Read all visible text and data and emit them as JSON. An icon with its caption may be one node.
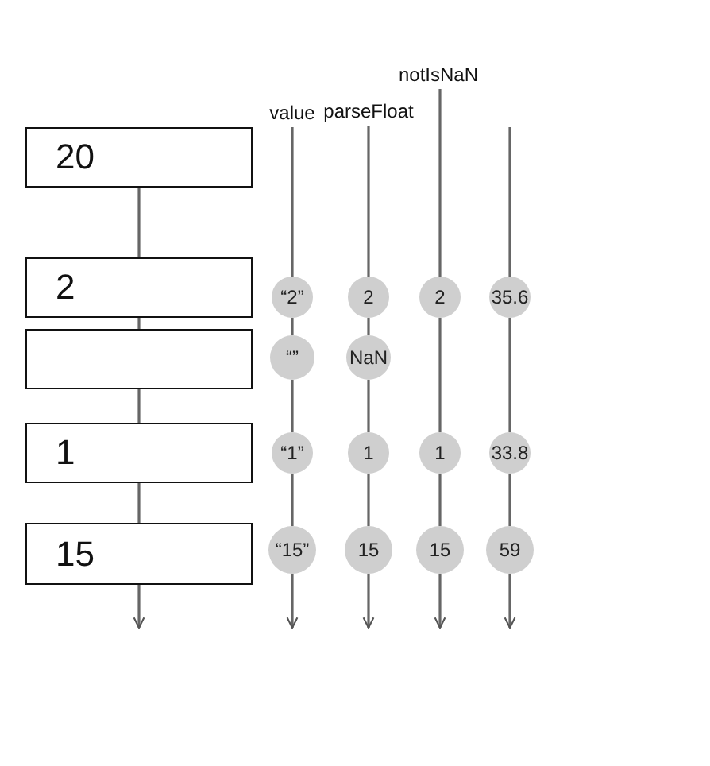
{
  "diagram": {
    "nodes": [
      {
        "text": [
          "20"
        ]
      },
      {
        "text": [
          "2"
        ]
      },
      {
        "text": [],
        "shape": "box"
      },
      {
        "text": [
          "1"
        ]
      },
      {
        "text": [
          "15"
        ]
      },
      {
        "text": [
          "“2”"
        ]
      },
      {
        "text": [
          "“”"
        ]
      },
      {
        "text": [
          "“1”"
        ]
      },
      {
        "text": [
          "“15”"
        ]
      },
      {
        "text": [
          "2"
        ]
      },
      {
        "text": [
          "NaN"
        ]
      },
      {
        "text": [
          "1"
        ]
      },
      {
        "text": [
          "15"
        ]
      },
      {
        "text": [
          "2"
        ]
      },
      {
        "text": [
          "1"
        ]
      },
      {
        "text": [
          "15"
        ]
      },
      {
        "text": [
          "35.6"
        ]
      },
      {
        "text": [
          "33.8"
        ]
      },
      {
        "text": [
          "59"
        ]
      },
      {
        "text": [
          "value"
        ]
      },
      {
        "text": [
          "parseFloat"
        ]
      },
      {
        "text": [
          "notIsNaN"
        ]
      }
    ],
    "edges": [
      {
        "from": 0,
        "to": 1,
        "arrow": "none"
      },
      {
        "from": 1,
        "to": 2,
        "arrow": "none"
      },
      {
        "from": 2,
        "to": 3,
        "arrow": "none"
      },
      {
        "from": 3,
        "to": 4,
        "arrow": "none"
      },
      {
        "from": 4,
        "to": null,
        "arrow": "to"
      },
      {
        "from": 19,
        "to": 5,
        "arrow": "none"
      },
      {
        "from": 5,
        "to": 6,
        "arrow": "none"
      },
      {
        "from": 6,
        "to": 7,
        "arrow": "none"
      },
      {
        "from": 7,
        "to": 8,
        "arrow": "none"
      },
      {
        "from": 8,
        "to": null,
        "arrow": "to"
      },
      {
        "from": 20,
        "to": 9,
        "arrow": "none"
      },
      {
        "from": 9,
        "to": 10,
        "arrow": "none"
      },
      {
        "from": 10,
        "to": 11,
        "arrow": "none"
      },
      {
        "from": 11,
        "to": 12,
        "arrow": "none"
      },
      {
        "from": 12,
        "to": null,
        "arrow": "to"
      },
      {
        "from": 21,
        "to": 13,
        "arrow": "none"
      },
      {
        "from": 13,
        "to": 14,
        "arrow": "none"
      },
      {
        "from": 14,
        "to": 15,
        "arrow": "none"
      },
      {
        "from": 15,
        "to": null,
        "arrow": "to"
      },
      {
        "from": null,
        "to": 16,
        "arrow": "none"
      },
      {
        "from": 16,
        "to": 17,
        "arrow": "none"
      },
      {
        "from": 17,
        "to": 18,
        "arrow": "none"
      },
      {
        "from": 18,
        "to": null,
        "arrow": "to"
      }
    ]
  }
}
